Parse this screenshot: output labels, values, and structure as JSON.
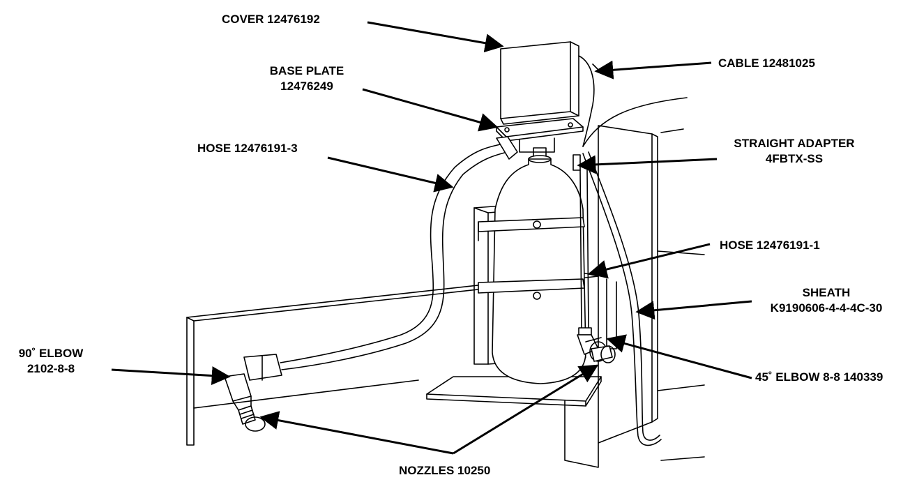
{
  "labels": {
    "cover": "COVER 12476192",
    "cable": "CABLE 12481025",
    "base_plate_1": "BASE PLATE",
    "base_plate_2": "12476249",
    "hose_3": "HOSE 12476191-3",
    "straight_adapter_1": "STRAIGHT ADAPTER",
    "straight_adapter_2": "4FBTX-SS",
    "hose_1": "HOSE 12476191-1",
    "sheath_1": "SHEATH",
    "sheath_2": "K9190606-4-4-4C-30",
    "elbow90_1": "90˚ ELBOW",
    "elbow90_2": "2102-8-8",
    "elbow45": "45˚ ELBOW 8-8 140339",
    "nozzles": "NOZZLES 10250"
  },
  "colors": {
    "line": "#000000",
    "background": "#ffffff"
  }
}
